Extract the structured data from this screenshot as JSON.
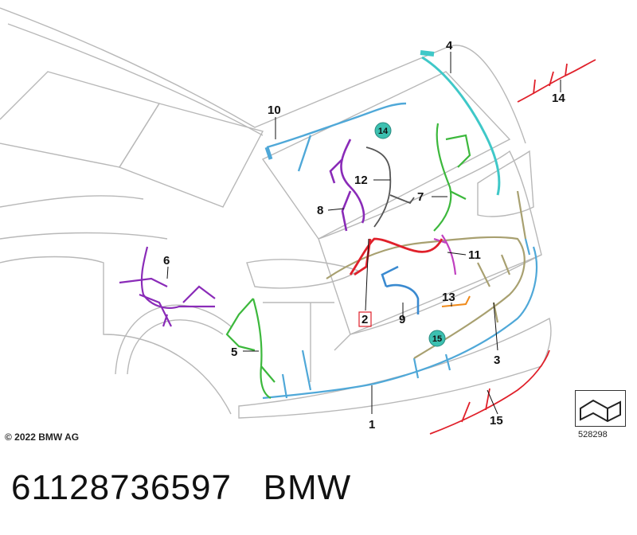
{
  "diagram": {
    "callouts": [
      "1",
      "2",
      "3",
      "4",
      "5",
      "6",
      "7",
      "8",
      "9",
      "10",
      "11",
      "12",
      "13",
      "14",
      "15"
    ],
    "badges": [
      "14",
      "15"
    ],
    "colors": {
      "harness_light_blue": "#4fa8d8",
      "harness_red": "#e0202a",
      "harness_purple": "#8a2bb8",
      "harness_green": "#3cb83c",
      "harness_cyan": "#3fc8c8",
      "harness_olive": "#a8a070",
      "harness_grey": "#555555",
      "harness_orange": "#f08a1a",
      "badge_teal": "#3cc0b0",
      "outline_grey": "#b8b8b8"
    }
  },
  "copyright": "© 2022 BMW AG",
  "reference_number": "528298",
  "footer": {
    "part_number": "61128736597",
    "brand": "BMW"
  }
}
